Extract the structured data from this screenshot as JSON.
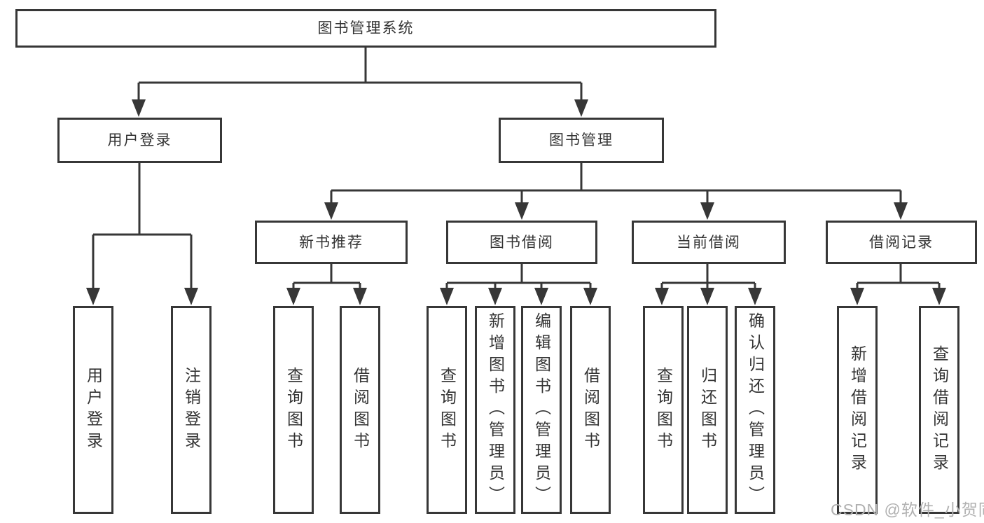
{
  "tree": {
    "label": "图书管理系统",
    "children": [
      {
        "label": "用户登录",
        "children": [
          {
            "label": "用户登录"
          },
          {
            "label": "注销登录"
          }
        ]
      },
      {
        "label": "图书管理",
        "children": [
          {
            "label": "新书推荐",
            "children": [
              {
                "label": "查询图书"
              },
              {
                "label": "借阅图书"
              }
            ]
          },
          {
            "label": "图书借阅",
            "children": [
              {
                "label": "查询图书"
              },
              {
                "label": "新增图书（管理员）"
              },
              {
                "label": "编辑图书（管理员）"
              },
              {
                "label": "借阅图书"
              }
            ]
          },
          {
            "label": "当前借阅",
            "children": [
              {
                "label": "查询图书"
              },
              {
                "label": "归还图书"
              },
              {
                "label": "确认归还（管理员）"
              }
            ]
          },
          {
            "label": "借阅记录",
            "children": [
              {
                "label": "新增借阅记录"
              },
              {
                "label": "查询借阅记录"
              }
            ]
          }
        ]
      }
    ]
  },
  "watermark": {
    "text": "CSDN @软件_小贺同学"
  },
  "style": {
    "line_color": "#373737",
    "text_color": "#333333",
    "watermark_color": "#b1b1b1",
    "background": "#ffffff"
  }
}
